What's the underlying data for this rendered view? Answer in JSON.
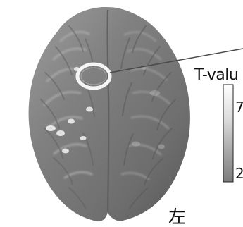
{
  "figure": {
    "colorbar": {
      "title": "T-valu",
      "max_label": "7",
      "min_label": "2",
      "colors": {
        "top": "#ffffff",
        "middle": "#bdbdbd",
        "bottom": "#8b8b8b"
      }
    },
    "orientation_label": "左",
    "colors": {
      "brain_light": "#8a8a8a",
      "brain_mid": "#777777",
      "brain_dark": "#525252",
      "roi_ring": "#f5f5f5",
      "leader_line": "#4a4a4a"
    }
  }
}
